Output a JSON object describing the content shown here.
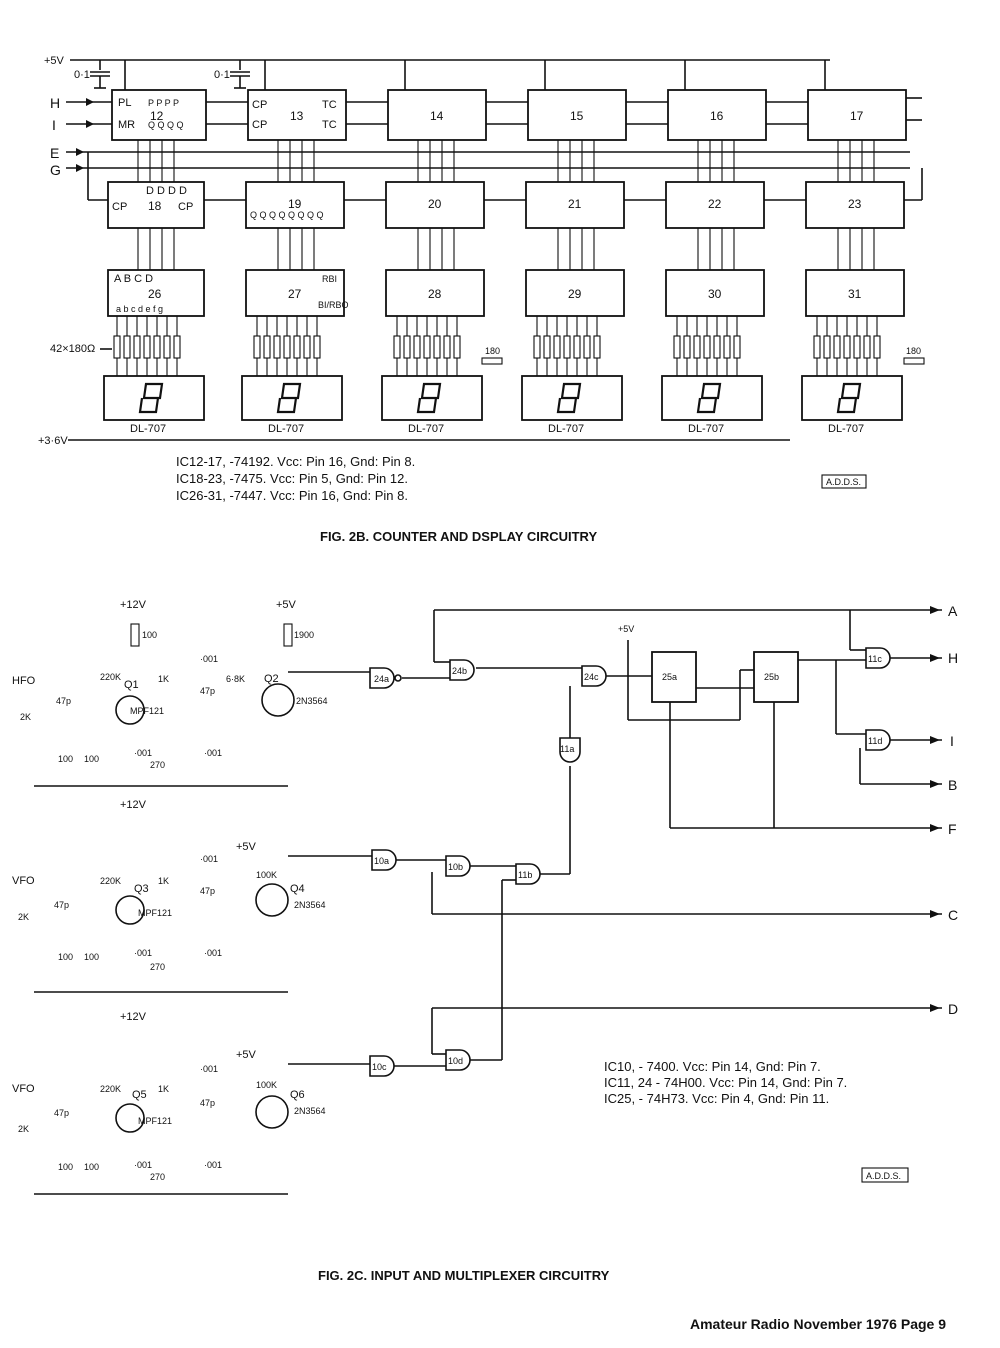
{
  "fig2b": {
    "supply_top": "+5V",
    "supply_bottom": "+3·6V",
    "cap_value": "0·1",
    "resistor_array_label": "42×180Ω",
    "rbo_resistor": "180",
    "inputs": [
      "H",
      "I",
      "E",
      "G"
    ],
    "counters": [
      "12",
      "13",
      "14",
      "15",
      "16",
      "17"
    ],
    "latches": [
      "18",
      "19",
      "20",
      "21",
      "22",
      "23"
    ],
    "decoders": [
      "26",
      "27",
      "28",
      "29",
      "30",
      "31"
    ],
    "display_label": "DL-707",
    "notes": [
      "IC12-17, -74192.   Vcc: Pin 16,   Gnd: Pin 8.",
      "IC18-23, -7475.     Vcc: Pin  5,    Gnd: Pin 12.",
      "IC26-31, -7447.     Vcc: Pin 16,   Gnd: Pin 8."
    ],
    "credit": "A.D.D.S.",
    "caption": "FIG. 2B. COUNTER AND DSPLAY CIRCUITRY"
  },
  "fig2c": {
    "stages": [
      {
        "input": "HFO",
        "q_fet": "Q1",
        "q_bjt": "Q2",
        "collector_r": "1900"
      },
      {
        "input": "VFO",
        "q_fet": "Q3",
        "q_bjt": "Q4",
        "collector_r": "100K"
      },
      {
        "input": "VFO",
        "q_fet": "Q5",
        "q_bjt": "Q6",
        "collector_r": "100K"
      }
    ],
    "components": {
      "supply12": "+12V",
      "supply5": "+5V",
      "r100": "100",
      "r220k": "220K",
      "r1k": "1K",
      "c001": "·001",
      "c47p": "47p",
      "r6k8": "6·8K",
      "r270": "270",
      "r100k": "100\nK",
      "pot": "2K",
      "fet": "MPF121",
      "bjt": "2N3564"
    },
    "gates": [
      "24a",
      "24b",
      "24c",
      "11a",
      "10a",
      "10b",
      "11b",
      "10c",
      "10d",
      "25a",
      "25b",
      "11c",
      "11d"
    ],
    "outputs": [
      "A",
      "H",
      "I",
      "B",
      "F",
      "C",
      "D"
    ],
    "notes": [
      "IC10,        - 7400.     Vcc: Pin 14,    Gnd:  Pin  7.",
      "IC11, 24 - 74H00.     Vcc: Pin 14,    Gnd:  Pin  7.",
      "IC25,        - 74H73.   Vcc: Pin 4,     Gnd:  Pin  11."
    ],
    "credit": "A.D.D.S.",
    "caption": "FIG. 2C. INPUT AND MULTIPLEXER CIRCUITRY"
  },
  "footer": "Amateur Radio   November 1976   Page 9"
}
